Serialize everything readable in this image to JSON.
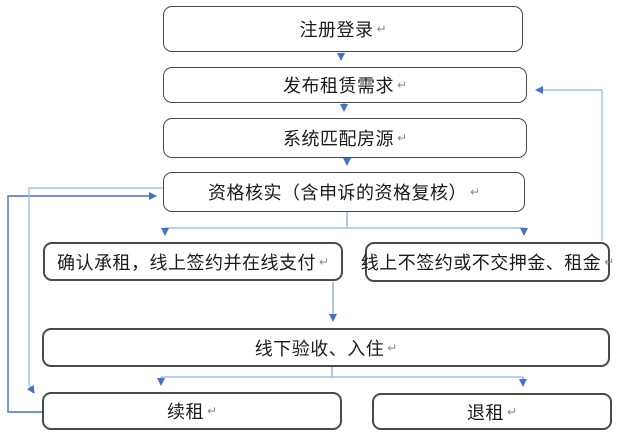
{
  "nodes": {
    "register_login": {
      "label": "注册登录"
    },
    "publish_demand": {
      "label": "发布租赁需求"
    },
    "system_match": {
      "label": "系统匹配房源"
    },
    "qualification": {
      "label": "资格核实（含申诉的资格复核）"
    },
    "confirm_rent": {
      "label": "确认承租，线上签约并在线支付"
    },
    "no_sign": {
      "label": "线上不签约或不交押金、租金"
    },
    "offline_checkin": {
      "label": "线下验收、入住"
    },
    "renew": {
      "label": "续租"
    },
    "terminate": {
      "label": "退租"
    }
  },
  "marks": {
    "return_mark": "↵"
  },
  "colors": {
    "connector_light": "#9dc3e6",
    "connector_medium": "#8faadc",
    "connector_dark": "#4472c4",
    "arrowhead": "#4472c4",
    "node_border": "#4a4a4a",
    "text": "#1a1a1a"
  },
  "edges": [
    {
      "from": "register_login",
      "to": "publish_demand"
    },
    {
      "from": "publish_demand",
      "to": "system_match"
    },
    {
      "from": "system_match",
      "to": "qualification"
    },
    {
      "from": "qualification",
      "to": "confirm_rent"
    },
    {
      "from": "qualification",
      "to": "no_sign"
    },
    {
      "from": "confirm_rent",
      "to": "offline_checkin"
    },
    {
      "from": "offline_checkin",
      "to": "renew"
    },
    {
      "from": "offline_checkin",
      "to": "terminate"
    },
    {
      "from": "no_sign",
      "to": "publish_demand",
      "note": "feedback-right"
    },
    {
      "from": "renew",
      "to": "qualification",
      "note": "feedback-left-outer"
    },
    {
      "from": "qualification",
      "to": "renew",
      "note": "feedback-left-inner"
    }
  ]
}
